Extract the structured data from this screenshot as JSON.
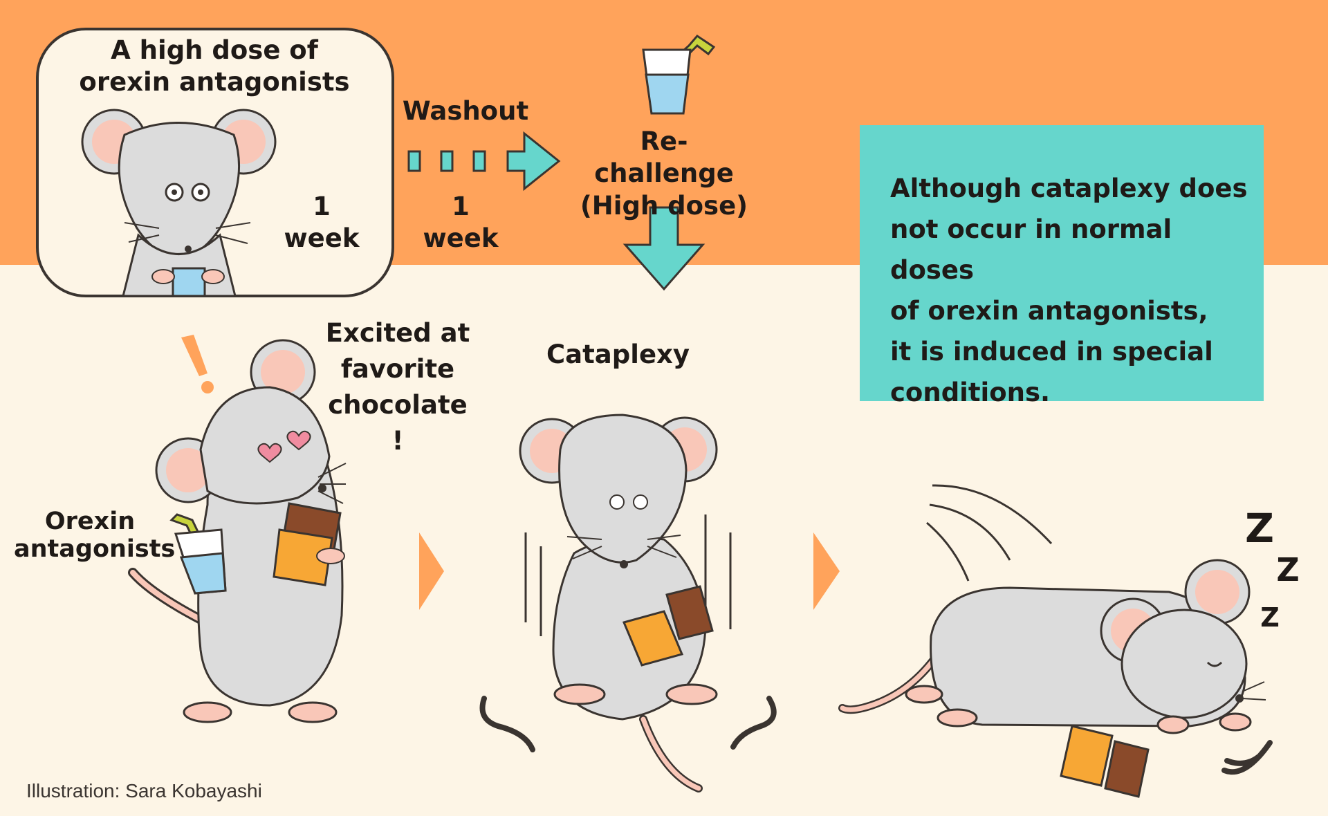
{
  "colors": {
    "top_band": "#ffa35b",
    "bottom_bg": "#fdf5e6",
    "info_box": "#66d6cc",
    "arrow_teal": "#66d6cc",
    "arrow_orange": "#ffa35b",
    "mouse_body": "#dcdcdc",
    "mouse_ear": "#f9c7b8",
    "chocolate": "#f7a735",
    "outline": "#3a3430"
  },
  "panel": {
    "title": "A high dose of\norexin antagonists",
    "duration": "1 week"
  },
  "washout": {
    "label": "Washout",
    "duration": "1 week"
  },
  "rechallenge": {
    "label": "Re-challenge\n(High dose)"
  },
  "excited": {
    "caption": "Excited at\nfavorite\nchocolate !",
    "drink_label": "Orexin\nantagonists"
  },
  "cataplexy": {
    "label": "Cataplexy"
  },
  "info": {
    "text": "Although cataplexy does\nnot occur  in normal doses\nof orexin antagonists,\nit is induced in special\nconditions."
  },
  "sleep": {
    "z1": "Z",
    "z2": "Z",
    "z3": "Z"
  },
  "credit": "Illustration: Sara Kobayashi",
  "icons": [
    "mouse-drinking-icon",
    "glass-with-straw-icon",
    "chocolate-bar-icon",
    "exclamation-icon",
    "heart-eyes-icon",
    "sleeping-mouse-icon"
  ]
}
